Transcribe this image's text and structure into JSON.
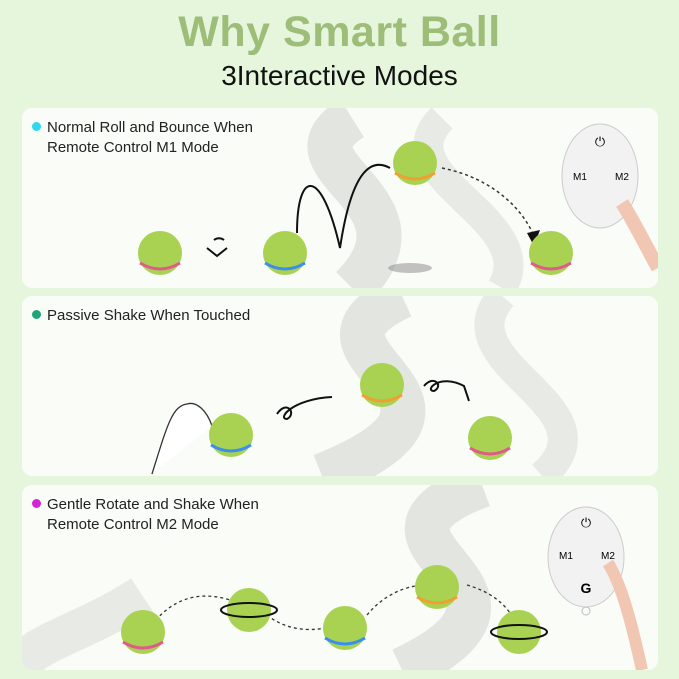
{
  "header": {
    "title": "Why Smart Ball",
    "subtitle": "3Interactive Modes"
  },
  "modes": [
    {
      "line1": "Normal Roll and Bounce When",
      "line2": "Remote Control M1 Mode",
      "dot_color": "#2fd8ee"
    },
    {
      "line1": "Passive Shake When Touched",
      "line2": "",
      "dot_color": "#1fa57a"
    },
    {
      "line1": "Gentle Rotate and Shake When",
      "line2": "Remote Control M2 Mode",
      "dot_color": "#d524d8"
    }
  ],
  "remote": {
    "power": "⏻",
    "m1": "M1",
    "m2": "M2",
    "g": "G"
  },
  "colors": {
    "title": "#9dbd78",
    "background": "#e5f6dc",
    "ball": "#a9d253"
  }
}
